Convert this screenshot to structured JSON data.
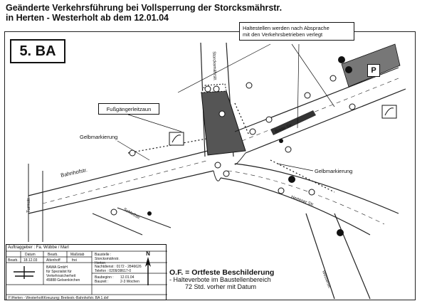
{
  "title": {
    "line1": "Geänderte Verkehrsführung bei Vollsperrung der Storcksmährstr.",
    "line2": "in Herten - Westerholt   ab dem 12.01.04"
  },
  "phase_label": "5. BA",
  "callout": {
    "line1": "Haltestellen werden nach Absprache",
    "line2": "mit den Verkehrsbetrieben verlegt"
  },
  "legend_box": "Fußgängerleitzaun",
  "map_labels": {
    "gelb_left": "Gelbmarkierung",
    "gelb_right": "Gelbmarkierung",
    "bahnhofstr": "Bahnhofstr.",
    "schlossstr": "Schloßstr.",
    "turmstr": "Turmstr.",
    "hertenerstr": "Hertener Str.",
    "westerstr": "Westerstr.",
    "storcksmaehrstr": "Storcksmährstr.",
    "breitestr": "Breite Str.",
    "parking": "P",
    "compass": "N"
  },
  "info_block": {
    "auftraggeber": "Auftraggeber : Fa. Wübbe / Marl",
    "col_datum": "Datum",
    "col_bearb": "Bearb.",
    "col_massstab": "Maßstab",
    "row_bearb": "Bearb.",
    "row_date": "18.12.03",
    "row_name": "Altenhoff",
    "row_scale": "frei",
    "baustelle_label": "Baustelle :",
    "baustelle_1": "Storcksmährstr.",
    "baustelle_2": "Herten",
    "company_1": "BAWA GmbH",
    "company_2": "für Spezialist für",
    "company_3": "Verkehrssicherheit",
    "company_4": "45888 Gelsenkirchen",
    "nachtdienst": "Nachtdienst : 0172 - 2846626",
    "telefon": "Telefon : 0209/38617-0",
    "baubeginn_label": "Baubeginn :",
    "baubeginn": "12.01.04",
    "bauzeit_label": "Bauzeit :",
    "bauzeit": "2-3 Wochen",
    "footer": "Y:\\Herten - Westerholt\\Kreuzung: Breitestr.-Bahnhofstr. BA 1.dxf"
  },
  "note": {
    "heading": "O.F. = Ortfeste Beschilderung",
    "line1": "- Halteverbote im Baustellenbereich",
    "line2": "72 Std. vorher mit Datum"
  },
  "colors": {
    "closure": "#555555",
    "ink": "#111111",
    "paper": "#ffffff"
  }
}
